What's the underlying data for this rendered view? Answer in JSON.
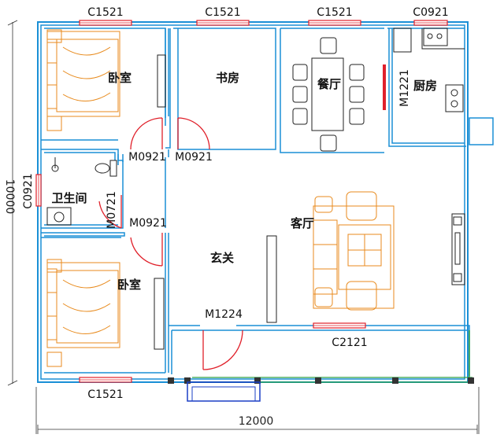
{
  "rooms": {
    "bedroom_top": "卧室",
    "study": "书房",
    "dining": "餐厅",
    "kitchen": "厨房",
    "bathroom": "卫生间",
    "living": "客厅",
    "entrance": "玄关",
    "bedroom_bottom": "卧室"
  },
  "windows": {
    "top_1": "C1521",
    "top_2": "C1521",
    "top_3": "C1521",
    "top_4": "C0921",
    "left_bath": "C0921",
    "bottom_bed": "C1521",
    "living_south": "C2121"
  },
  "doors": {
    "bed_top": "M0921",
    "study": "M0921",
    "kitchen": "M1221",
    "bath": "M0721",
    "bed_bottom": "M0921",
    "entrance": "M1224"
  },
  "dimensions": {
    "width": "12000",
    "height": "10000"
  },
  "colors": {
    "wall": "#1a8fd6",
    "window": "#e0202a",
    "furniture": "#e88a1c",
    "green_rail": "#2ea043"
  }
}
